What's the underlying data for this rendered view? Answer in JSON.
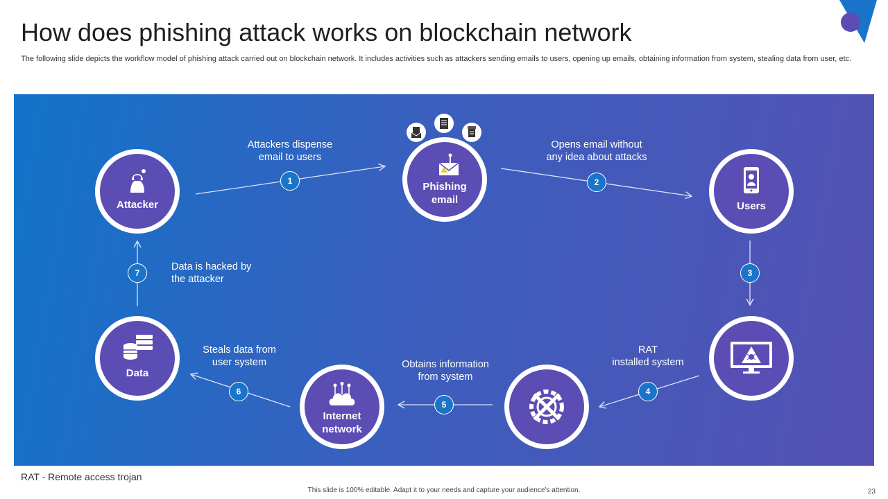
{
  "title": "How does phishing attack works on blockchain network",
  "subtitle": "The following slide depicts the workflow model of phishing attack carried out on blockchain network. It includes activities such as attackers sending emails to users, opening up emails, obtaining information from system, stealing data from user, etc.",
  "nodes": {
    "attacker": "Attacker",
    "phishing_line1": "Phishing",
    "phishing_line2": "email",
    "users": "Users",
    "data": "Data",
    "internet_line1": "Internet",
    "internet_line2": "network"
  },
  "steps": [
    {
      "num": "1",
      "line1": "Attackers dispense",
      "line2": "email to users"
    },
    {
      "num": "2",
      "line1": "Opens email without",
      "line2": "any idea about attacks"
    },
    {
      "num": "3"
    },
    {
      "num": "4",
      "line1": "RAT",
      "line2": "installed system"
    },
    {
      "num": "5",
      "line1": "Obtains information",
      "line2": "from system"
    },
    {
      "num": "6",
      "line1": "Steals data from",
      "line2": "user system"
    },
    {
      "num": "7",
      "line1": "Data is hacked by",
      "line2": "the attacker"
    }
  ],
  "footnote": "RAT - Remote access trojan",
  "footer": "This slide is 100% editable. Adapt it to your needs and capture your audience's attention.",
  "page_number": "23",
  "colors": {
    "accent": "#5b4db3",
    "badge": "#1a74c9",
    "panel_start": "#1173c9",
    "panel_end": "#5451b3"
  }
}
